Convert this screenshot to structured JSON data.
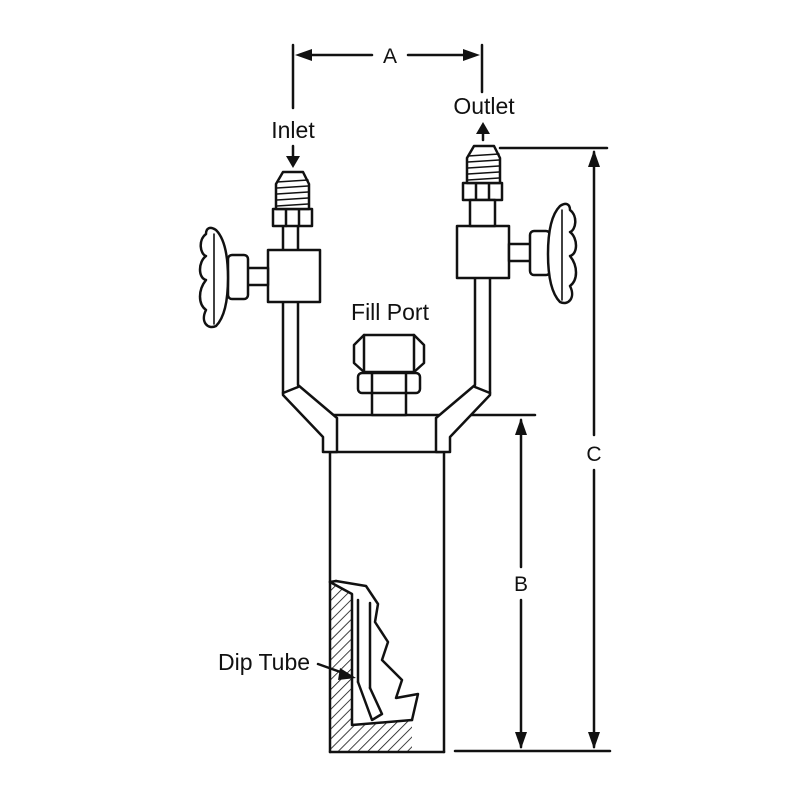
{
  "labels": {
    "inlet": "Inlet",
    "outlet": "Outlet",
    "fill_port": "Fill Port",
    "dip_tube": "Dip Tube"
  },
  "dimensions": {
    "a": "A",
    "b": "B",
    "c": "C"
  },
  "colors": {
    "ink": "#111111",
    "background": "#ffffff"
  }
}
